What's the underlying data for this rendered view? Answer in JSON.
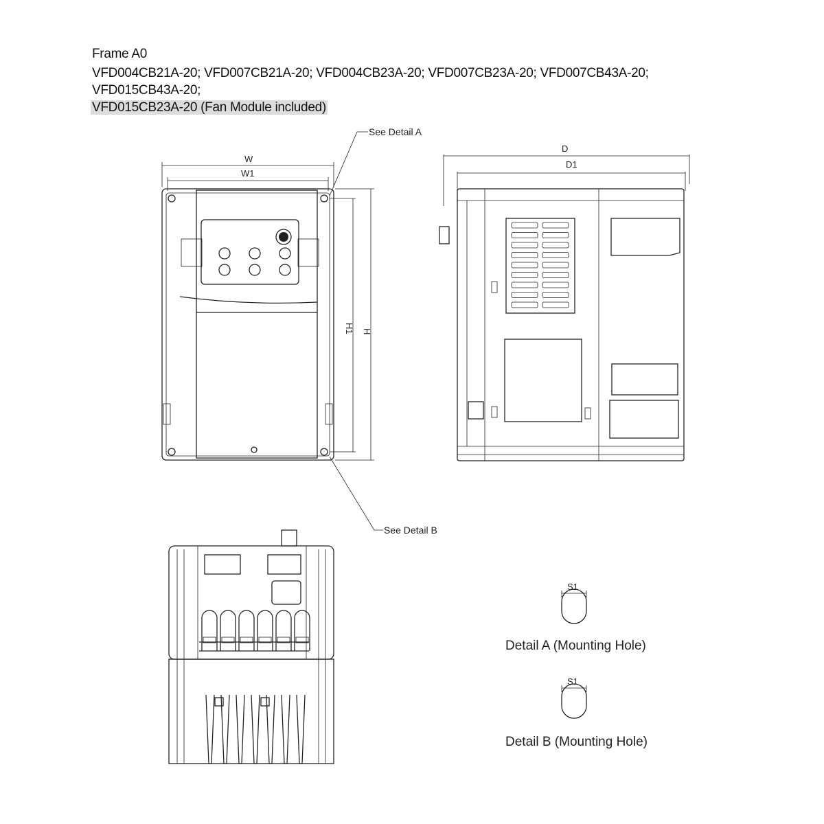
{
  "header": {
    "frame": "Frame A0",
    "models_line1": "VFD004CB21A-20; VFD007CB21A-20; VFD004CB23A-20; VFD007CB23A-20; VFD007CB43A-20;",
    "models_line2": "VFD015CB43A-20;",
    "models_line3": "VFD015CB23A-20 (Fan Module included)"
  },
  "front_view": {
    "dim_w": "W",
    "dim_w1": "W1",
    "dim_h": "H",
    "dim_h1": "H1",
    "callout_a": "See Detail A",
    "callout_b": "See Detail B"
  },
  "side_view": {
    "dim_d": "D",
    "dim_d1": "D1"
  },
  "details": [
    {
      "dim": "S1",
      "caption": "Detail A (Mounting Hole)"
    },
    {
      "dim": "S1",
      "caption": "Detail B (Mounting Hole)"
    }
  ]
}
